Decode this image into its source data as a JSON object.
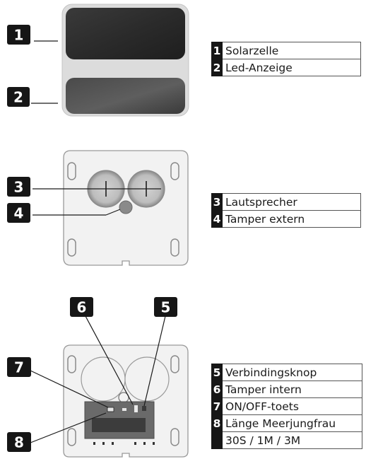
{
  "callouts": [
    "1",
    "2",
    "3",
    "4",
    "5",
    "6",
    "7",
    "8"
  ],
  "legend_1": [
    {
      "num": "1",
      "label": "Solarzelle"
    },
    {
      "num": "2",
      "label": "Led-Anzeige"
    }
  ],
  "legend_2": [
    {
      "num": "3",
      "label": "Lautsprecher"
    },
    {
      "num": "4",
      "label": "Tamper extern"
    }
  ],
  "legend_3": [
    {
      "num": "5",
      "label": "Verbindingsknop"
    },
    {
      "num": "6",
      "label": "Tamper intern"
    },
    {
      "num": "7",
      "label": "ON/OFF-toets"
    },
    {
      "num": "8",
      "label": "Länge Meerjungfrau"
    }
  ],
  "legend_3_extra": "30S / 1M / 3M",
  "colors": {
    "badge": "#161616",
    "device_body": "#dcdcdc",
    "panel": "#3a3a3a",
    "back_plate": "#f2f2f2"
  }
}
